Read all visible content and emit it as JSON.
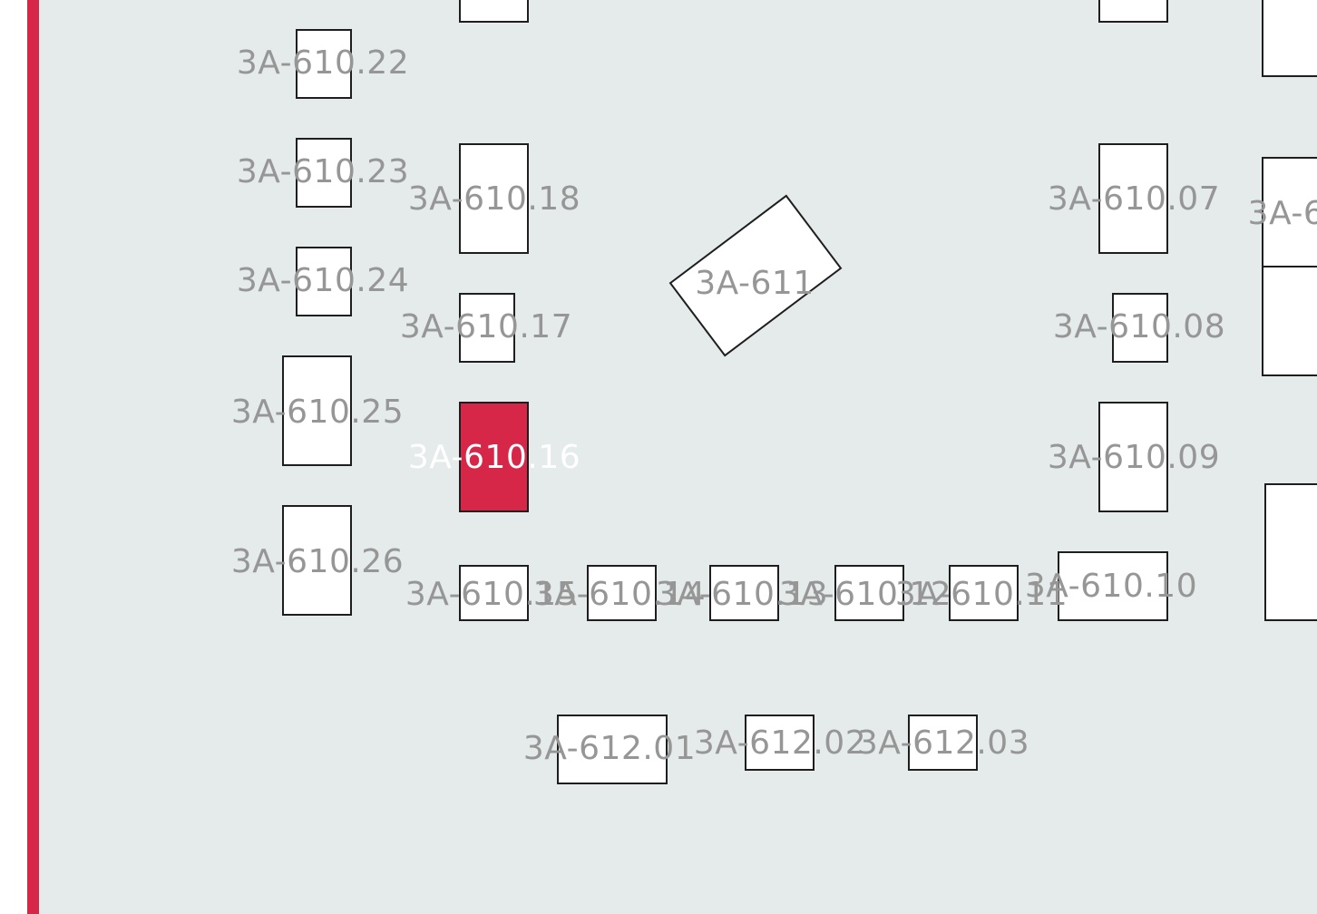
{
  "colors": {
    "floor": "#e5eaea",
    "booth_fill": "#ffffff",
    "booth_border": "#1e1e1e",
    "selected_fill": "#d62748",
    "label_text": "#969696",
    "selected_label_text": "#ffffff",
    "wall_line": "#d62748"
  },
  "booths": [
    {
      "id": "3A-610.22",
      "label": "3A-610.22",
      "selected": false
    },
    {
      "id": "3A-610.23",
      "label": "3A-610.23",
      "selected": false
    },
    {
      "id": "3A-610.24",
      "label": "3A-610.24",
      "selected": false
    },
    {
      "id": "3A-610.25",
      "label": "3A-610.25",
      "selected": false
    },
    {
      "id": "3A-610.26",
      "label": "3A-610.26",
      "selected": false
    },
    {
      "id": "3A-610.18",
      "label": "3A-610.18",
      "selected": false
    },
    {
      "id": "3A-610.17",
      "label": "3A-610.17",
      "selected": false
    },
    {
      "id": "3A-610.16",
      "label": "3A-610.16",
      "selected": true
    },
    {
      "id": "3A-610.15",
      "label": "3A-610.15",
      "selected": false
    },
    {
      "id": "3A-610.14",
      "label": "3A-610.14",
      "selected": false
    },
    {
      "id": "3A-610.13",
      "label": "3A-610.13",
      "selected": false
    },
    {
      "id": "3A-610.12",
      "label": "3A-610.12",
      "selected": false
    },
    {
      "id": "3A-610.11",
      "label": "3A-610.11",
      "selected": false
    },
    {
      "id": "3A-610.10",
      "label": "3A-610.10",
      "selected": false
    },
    {
      "id": "3A-610.09",
      "label": "3A-610.09",
      "selected": false
    },
    {
      "id": "3A-610.08",
      "label": "3A-610.08",
      "selected": false
    },
    {
      "id": "3A-610.07",
      "label": "3A-610.07",
      "selected": false
    },
    {
      "id": "3A-611",
      "label": "3A-611",
      "selected": false
    },
    {
      "id": "3A-612.01",
      "label": "3A-612.01",
      "selected": false
    },
    {
      "id": "3A-612.02",
      "label": "3A-612.02",
      "selected": false
    },
    {
      "id": "3A-612.03",
      "label": "3A-612.03",
      "selected": false
    },
    {
      "id": "3A-6",
      "label": "3A-6",
      "selected": false
    }
  ]
}
